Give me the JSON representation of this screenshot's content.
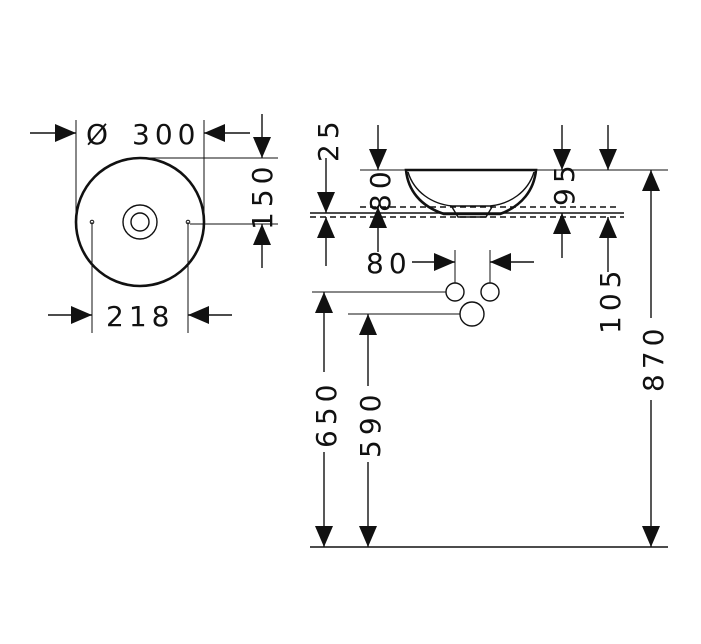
{
  "dimensions": {
    "diameter_symbol": "Ø",
    "diameter": "300",
    "top_offset": "25",
    "height_150": "150",
    "height_80": "80",
    "height_95": "95",
    "width_218": "218",
    "spacing_80": "80",
    "height_105": "105",
    "height_870": "870",
    "height_650": "650",
    "height_590": "590"
  },
  "colors": {
    "line": "#111111",
    "background": "#ffffff"
  }
}
